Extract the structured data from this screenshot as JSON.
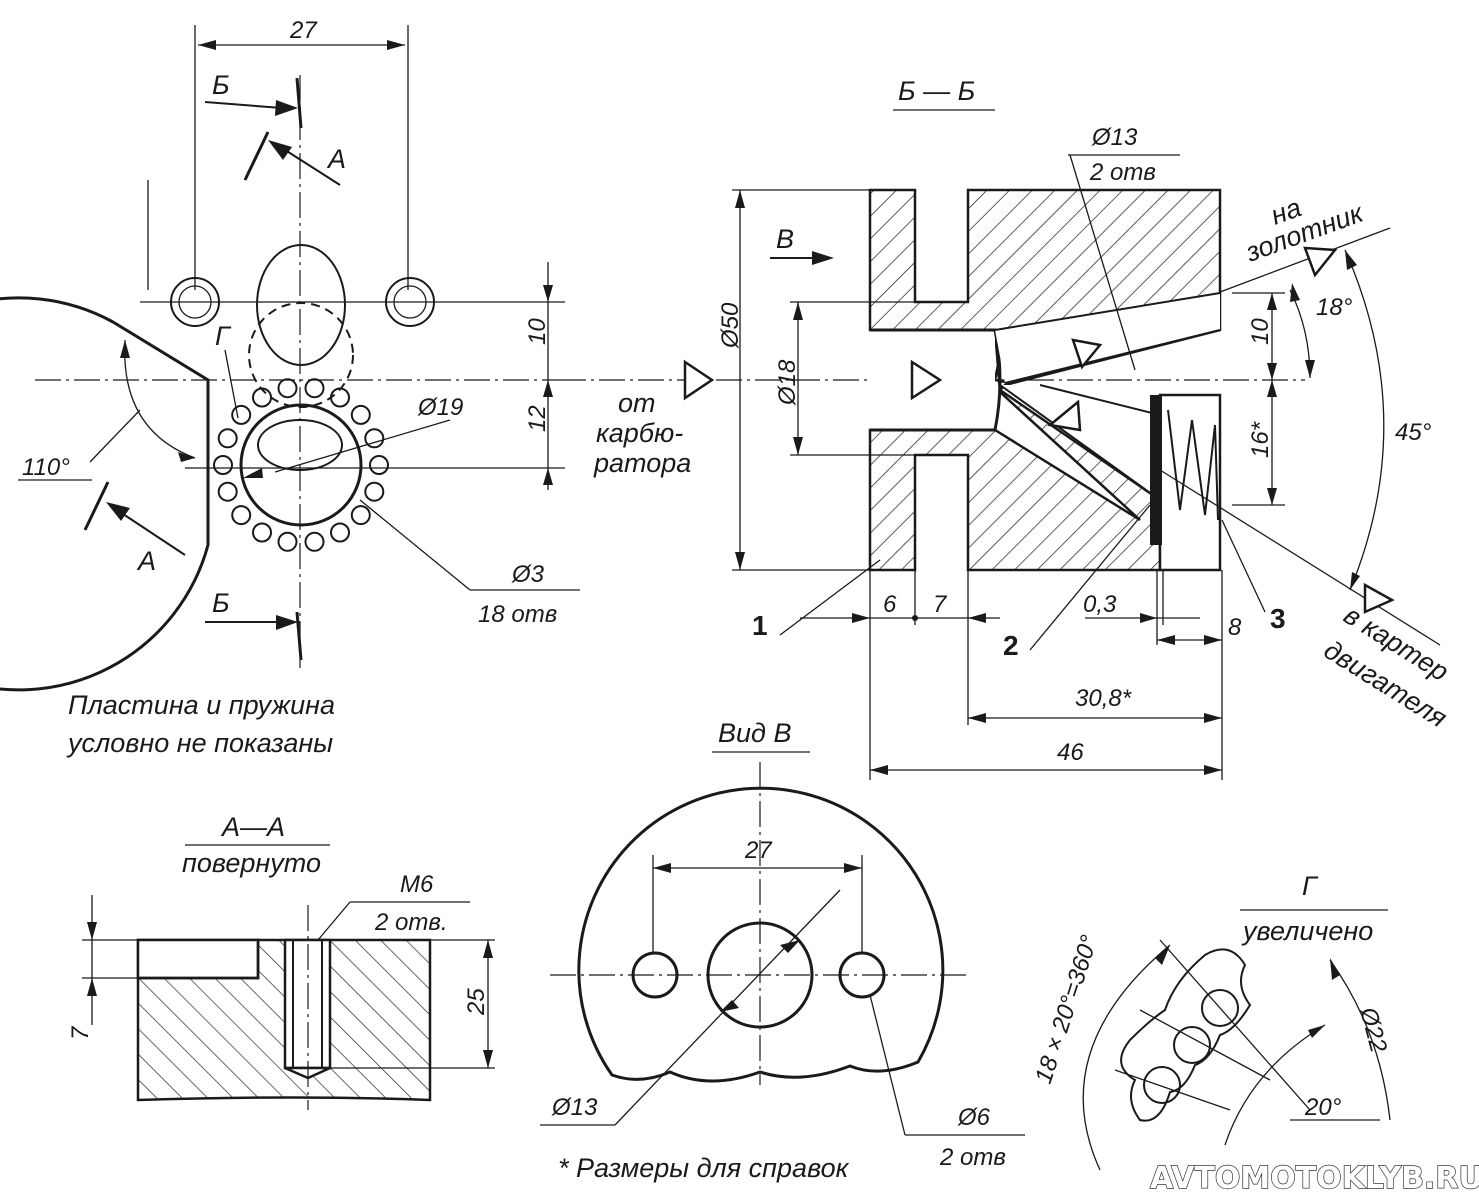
{
  "front_view": {
    "dim_27": "27",
    "section_b": "Б",
    "section_a": "А",
    "dim_10": "10",
    "dim_12": "12",
    "detail_g": "Г",
    "dia_19": "Ø19",
    "angle_110": "110°",
    "dia_3": "Ø3",
    "holes_18": "18 отв",
    "note_line1": "Пластина и пружина",
    "note_line2": "условно не показаны"
  },
  "inlet_label": [
    "от",
    "карбю-",
    "ратора"
  ],
  "section_bb": {
    "title": "Б — Б",
    "dia_13": "Ø13",
    "holes_2": "2 отв",
    "view_v": "В",
    "dia_50": "Ø50",
    "dia_18": "Ø18",
    "outlet_top": [
      "на",
      "золотник"
    ],
    "angle_18": "18°",
    "dim_10": "10",
    "dim_16": "16*",
    "angle_45": "45°",
    "outlet_bottom": [
      "в картер",
      "двигателя"
    ],
    "dim_6": "6",
    "dim_7": "7",
    "dim_03": "0,3",
    "dim_8": "8",
    "dim_308": "30,8*",
    "dim_46": "46",
    "item_1": "1",
    "item_2": "2",
    "item_3": "3"
  },
  "section_aa": {
    "title": "А—А",
    "subtitle": "повернуто",
    "thread": "М6",
    "holes": "2 отв.",
    "dim_7": "7",
    "dim_25": "25"
  },
  "view_v": {
    "title": "Вид В",
    "dim_27": "27",
    "dia_13": "Ø13",
    "dia_6": "Ø6",
    "holes": "2 отв"
  },
  "detail_g": {
    "title": "Г",
    "subtitle": "увеличено",
    "pitch": "18 × 20°=360°",
    "dia_22": "Ø22",
    "angle_20": "20°"
  },
  "footnote": "* Размеры для справок",
  "watermark": "AVTOMOTOKLYB.RU"
}
